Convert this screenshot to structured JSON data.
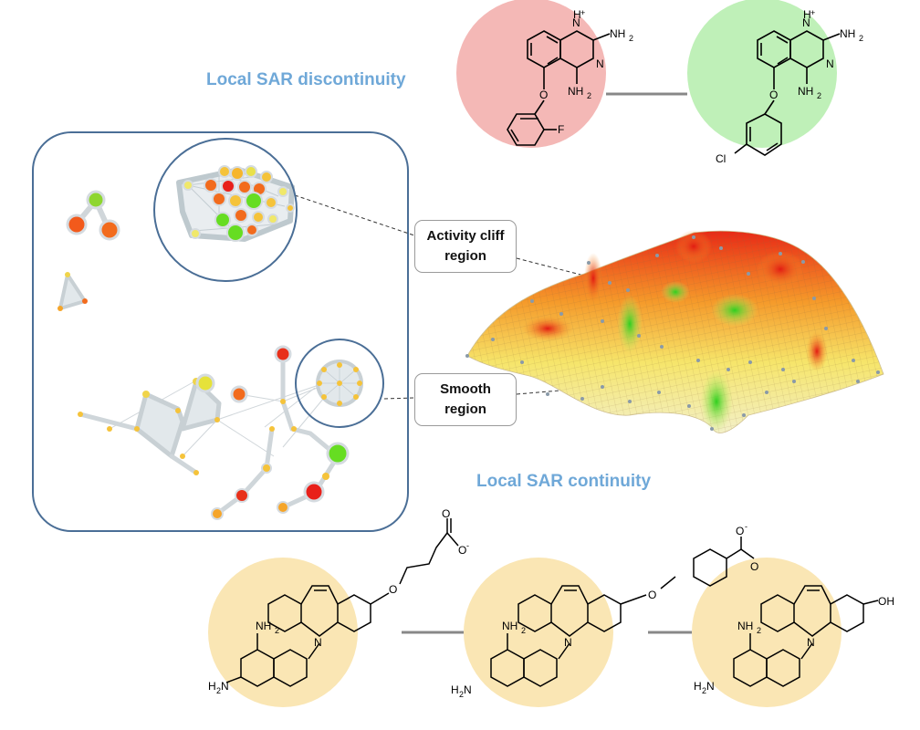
{
  "headings": {
    "discontinuity": "Local SAR discontinuity",
    "continuity": "Local SAR continuity"
  },
  "callouts": {
    "cliff_line1": "Activity cliff",
    "cliff_line2": "region",
    "smooth_line1": "Smooth",
    "smooth_line2": "region"
  },
  "molecule_labels": {
    "nh2": "NH",
    "sub2": "2",
    "h": "H",
    "plus": "+",
    "n": "N",
    "o": "O",
    "f": "F",
    "cl": "Cl",
    "h2n": "H",
    "h2n_sub": "2",
    "h2n_n": "N",
    "oh": "OH",
    "ominus": "O",
    "minus": "-"
  },
  "colors": {
    "heading": "#6fa8d8",
    "frame": "#4a6e96",
    "red_disc": "#f4b8b6",
    "green_disc": "#bff0b8",
    "yellow_disc": "#fae6b4",
    "node_red": "#e8201a",
    "node_orange": "#f26b1d",
    "node_yellow": "#f5c33a",
    "node_green": "#66dd22"
  }
}
